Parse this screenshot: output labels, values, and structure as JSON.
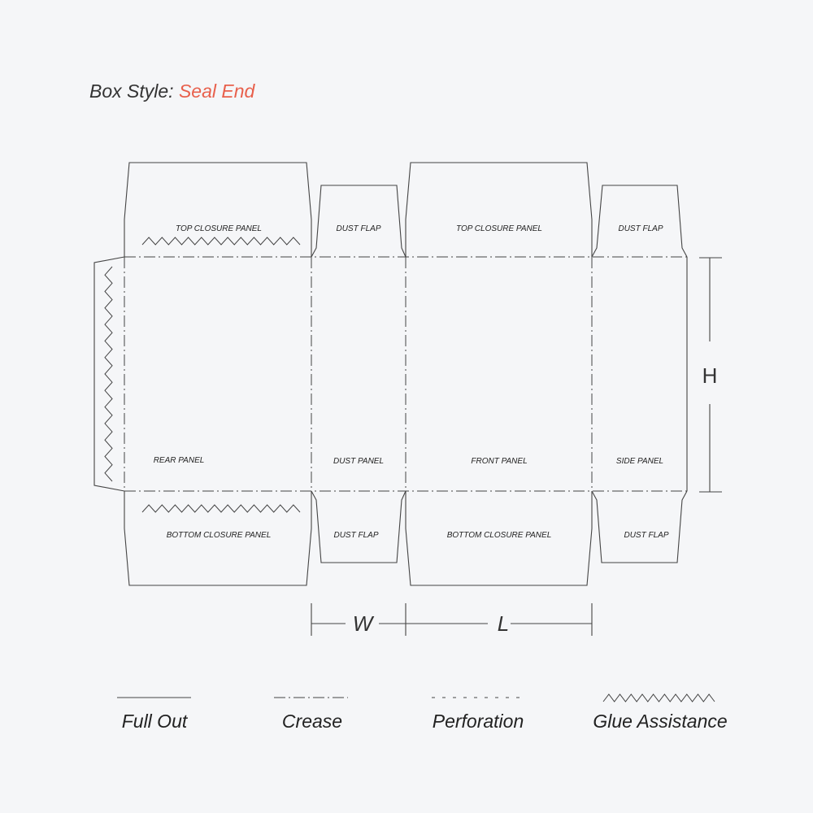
{
  "title": {
    "prefix": "Box Style:",
    "style_name": "Seal End",
    "accent_color": "#e8604c"
  },
  "panels": {
    "rear_top": "TOP CLOSURE PANEL",
    "dust_flap_top_1": "DUST FLAP",
    "front_top": "TOP CLOSURE PANEL",
    "dust_flap_top_2": "DUST FLAP",
    "rear": "REAR PANEL",
    "dust_panel": "DUST PANEL",
    "front": "FRONT PANEL",
    "side": "SIDE PANEL",
    "rear_bottom": "BOTTOM CLOSURE PANEL",
    "dust_flap_bottom_1": "DUST FLAP",
    "front_bottom": "BOTTOM CLOSURE PANEL",
    "dust_flap_bottom_2": "DUST FLAP"
  },
  "dimensions": {
    "height": "H",
    "width": "W",
    "length": "L"
  },
  "legend": [
    {
      "label": "Full Out"
    },
    {
      "label": "Crease"
    },
    {
      "label": "Perforation"
    },
    {
      "label": "Glue Assistance"
    }
  ]
}
